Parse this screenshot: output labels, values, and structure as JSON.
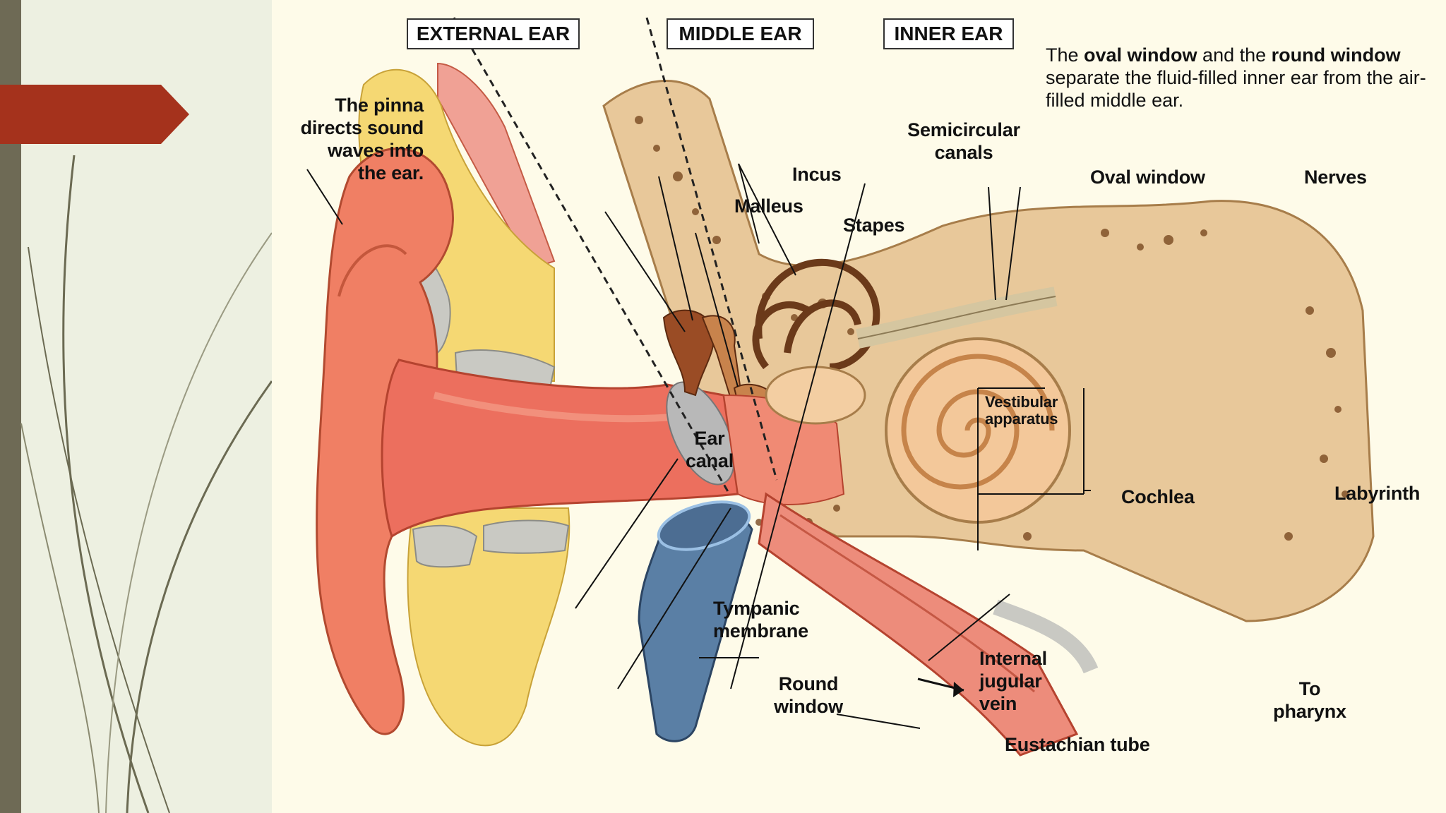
{
  "sections": {
    "external": "EXTERNAL EAR",
    "middle": "MIDDLE EAR",
    "inner": "INNER EAR"
  },
  "caption": {
    "part1": "The ",
    "bold1": "oval window",
    "part2": " and the ",
    "bold2": "round window",
    "part3": " separate the fluid-filled inner ear from the air-filled middle ear."
  },
  "pinna_note": {
    "part1": "The ",
    "bold": "pinna",
    "part2": "directs sound\nwaves into\nthe ear."
  },
  "labels": {
    "semicircular_canals": "Semicircular\ncanals",
    "incus": "Incus",
    "malleus": "Malleus",
    "stapes": "Stapes",
    "oval_window": "Oval window",
    "nerves": "Nerves",
    "vestibular_apparatus": "Vestibular\napparatus",
    "ear_canal": "Ear\ncanal",
    "cochlea": "Cochlea",
    "labyrinth": "Labyrinth",
    "tympanic_membrane": "Tympanic\nmembrane",
    "round_window": "Round\nwindow",
    "internal_jugular_vein": "Internal\njugular\nvein",
    "to_pharynx": "To\npharynx",
    "eustachian_tube": "Eustachian tube"
  },
  "colors": {
    "slide_bar": "#6e6a55",
    "arrow_tab": "#a5321c",
    "skin": "#f07f64",
    "bone": "#e8c89a",
    "fat": "#f5d873",
    "vein": "#5a7fa5"
  }
}
